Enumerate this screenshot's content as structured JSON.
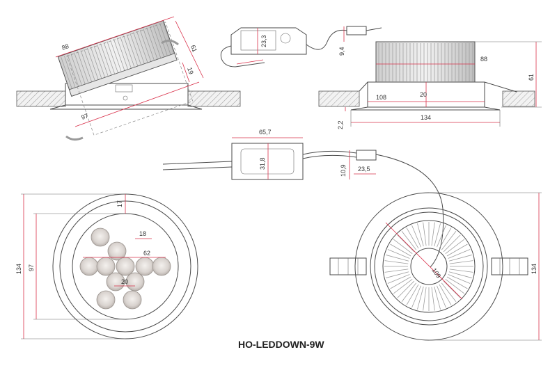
{
  "title": "HO-LEDDOWN-9W",
  "colors": {
    "dimension": "#d9304a",
    "outline": "#4a4a4a",
    "background": "#ffffff"
  },
  "dims": {
    "tilt_width": "88",
    "tilt_height": "61",
    "tilt_offset": "19",
    "tilt_base": "97",
    "driver_top_h": "23,3",
    "connector_h": "9,4",
    "side_width": "88",
    "side_height": "61",
    "side_inner": "108",
    "side_gap": "20",
    "side_flange": "2,2",
    "side_total": "134",
    "driver_len": "65,7",
    "driver_w": "31,8",
    "conn_w": "23,5",
    "conn_h": "10,9",
    "front_total": "134",
    "front_inner": "97",
    "front_edge": "17",
    "led_dia": "18",
    "led_ring": "62",
    "led_spacing": "20",
    "back_diag": "109",
    "back_total": "134"
  }
}
